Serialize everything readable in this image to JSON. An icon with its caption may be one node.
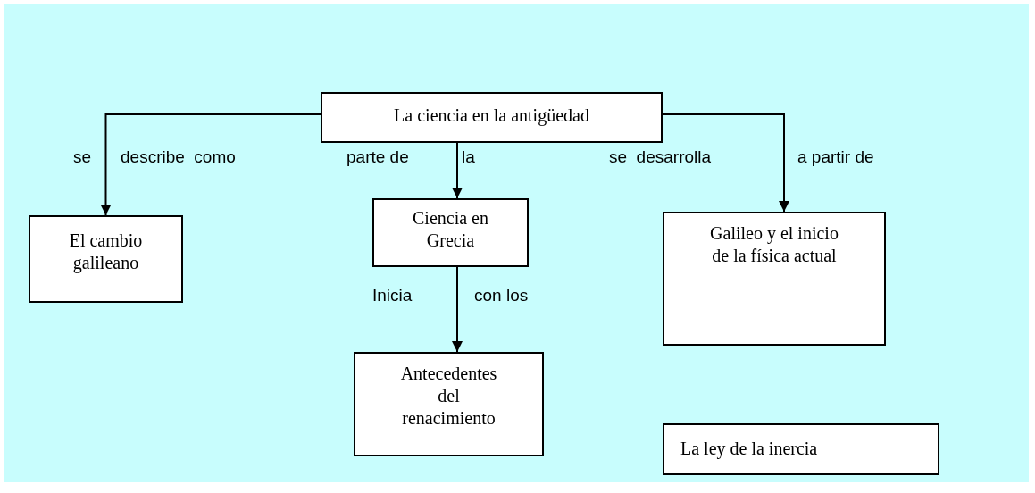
{
  "diagram": {
    "nodes": [
      {
        "text": [
          "La ciencia en la antigüedad"
        ]
      },
      {
        "text": [
          "El cambio galileano"
        ]
      },
      {
        "text": [
          "Ciencia en Grecia"
        ]
      },
      {
        "text": [
          "Galileo y el inicio de la física actual"
        ]
      },
      {
        "text": [
          "Antecedentes del renacimiento"
        ]
      },
      {
        "text": [
          "La ley de la inercia"
        ]
      }
    ],
    "edges": [
      {
        "from": 0,
        "to": 1,
        "arrow": "to"
      },
      {
        "from": 0,
        "to": 2,
        "arrow": "to"
      },
      {
        "from": 0,
        "to": 3,
        "arrow": "to"
      },
      {
        "from": 2,
        "to": 4,
        "arrow": "to"
      }
    ],
    "labels": [
      "se",
      "describe  como",
      "parte de",
      "la",
      "se  desarrolla",
      "a partir de",
      "Inicia",
      "con los"
    ]
  }
}
